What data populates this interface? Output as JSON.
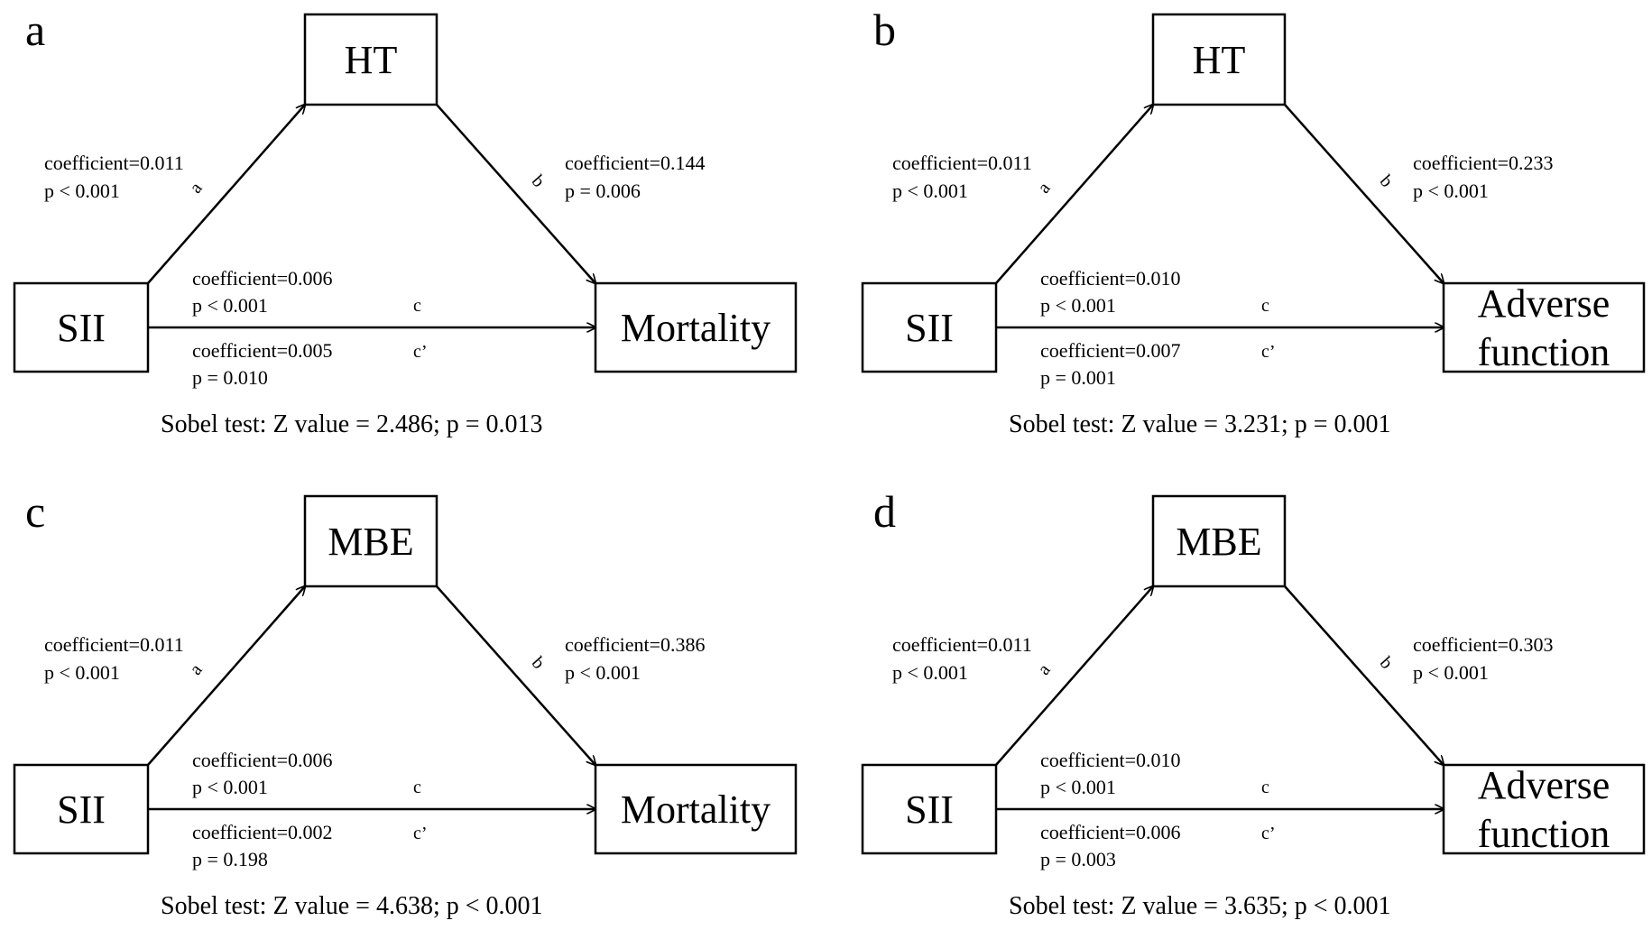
{
  "panels": [
    {
      "letter": "a",
      "mediator": [
        "HT"
      ],
      "predictor": [
        "SII"
      ],
      "outcome": [
        "Mortality"
      ],
      "path_a": {
        "label": "a",
        "coef": "coefficient=0.011",
        "p": "p < 0.001"
      },
      "path_b": {
        "label": "b",
        "coef": "coefficient=0.144",
        "p": "p = 0.006"
      },
      "path_c": {
        "label": "c",
        "coef": "coefficient=0.006",
        "p": "p < 0.001"
      },
      "path_c_prime": {
        "label": "c’",
        "coef": "coefficient=0.005",
        "p": "p = 0.010"
      },
      "sobel": "Sobel test: Z value = 2.486; p = 0.013"
    },
    {
      "letter": "b",
      "mediator": [
        "HT"
      ],
      "predictor": [
        "SII"
      ],
      "outcome": [
        "Adverse",
        "function"
      ],
      "path_a": {
        "label": "a",
        "coef": "coefficient=0.011",
        "p": "p < 0.001"
      },
      "path_b": {
        "label": "b",
        "coef": "coefficient=0.233",
        "p": "p < 0.001"
      },
      "path_c": {
        "label": "c",
        "coef": "coefficient=0.010",
        "p": "p < 0.001"
      },
      "path_c_prime": {
        "label": "c’",
        "coef": "coefficient=0.007",
        "p": "p = 0.001"
      },
      "sobel": "Sobel test: Z value = 3.231; p = 0.001"
    },
    {
      "letter": "c",
      "mediator": [
        "MBE"
      ],
      "predictor": [
        "SII"
      ],
      "outcome": [
        "Mortality"
      ],
      "path_a": {
        "label": "a",
        "coef": "coefficient=0.011",
        "p": "p < 0.001"
      },
      "path_b": {
        "label": "b",
        "coef": "coefficient=0.386",
        "p": "p < 0.001"
      },
      "path_c": {
        "label": "c",
        "coef": "coefficient=0.006",
        "p": "p < 0.001"
      },
      "path_c_prime": {
        "label": "c’",
        "coef": "coefficient=0.002",
        "p": "p = 0.198"
      },
      "sobel": "Sobel test: Z value = 4.638; p < 0.001"
    },
    {
      "letter": "d",
      "mediator": [
        "MBE"
      ],
      "predictor": [
        "SII"
      ],
      "outcome": [
        "Adverse",
        "function"
      ],
      "path_a": {
        "label": "a",
        "coef": "coefficient=0.011",
        "p": "p < 0.001"
      },
      "path_b": {
        "label": "b",
        "coef": "coefficient=0.303",
        "p": "p < 0.001"
      },
      "path_c": {
        "label": "c",
        "coef": "coefficient=0.010",
        "p": "p < 0.001"
      },
      "path_c_prime": {
        "label": "c’",
        "coef": "coefficient=0.006",
        "p": "p = 0.003"
      },
      "sobel": "Sobel test: Z value = 3.635; p < 0.001"
    }
  ]
}
